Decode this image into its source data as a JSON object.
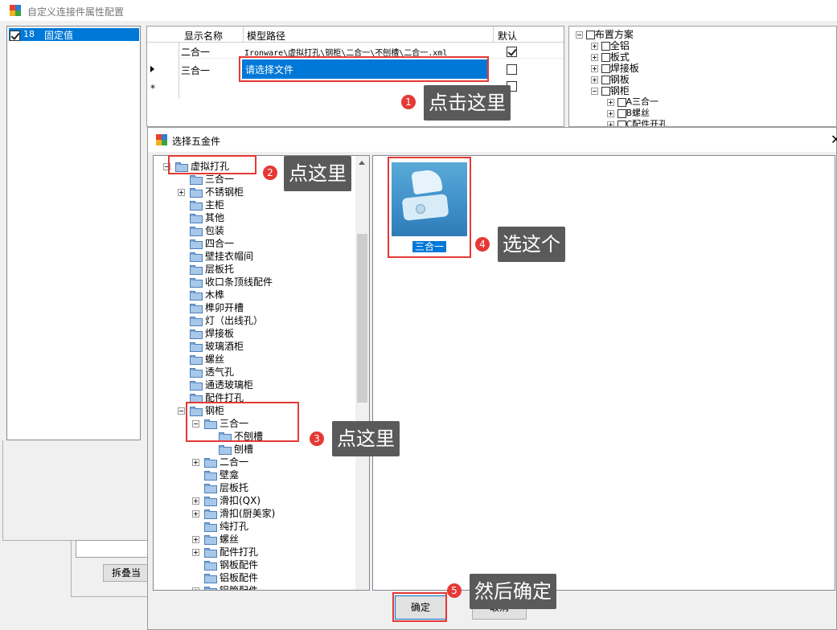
{
  "bg_window": {
    "title": "自定义连接件属性配置"
  },
  "left_list": {
    "item_id": "18",
    "item_label": "固定值"
  },
  "grid": {
    "headers": [
      "显示名称",
      "模型路径",
      "默认"
    ],
    "rows": [
      {
        "name": "二合一",
        "path": "Ironware\\虚拟打孔\\钢柜\\二合一\\不刨槽\\二合一.xml"
      },
      {
        "name": "三合一",
        "path": "请选择文件"
      }
    ],
    "new_row_marker": "*"
  },
  "right_tree": {
    "items": [
      "布置方案",
      "全铝",
      "板式",
      "焊接板",
      "钢板",
      "钢柜",
      "A三合一",
      "B螺丝",
      "C配件开孔"
    ]
  },
  "bottom_left": {
    "button": "拆叠当前"
  },
  "dialog": {
    "title": "选择五金件",
    "tree": [
      "虚拟打孔",
      "三合一",
      "不锈钢柜",
      "主柜",
      "其他",
      "包装",
      "四合一",
      "壁挂衣帽间",
      "层板托",
      "收口条顶线配件",
      "木榫",
      "榫卯开槽",
      "灯（出线孔）",
      "焊接板",
      "玻璃酒柜",
      "螺丝",
      "透气孔",
      "通透玻璃柜",
      "配件打孔",
      "钢柜",
      "三合一",
      "不刨槽",
      "刨槽",
      "二合一",
      "壁龛",
      "层板托",
      "滑扣(QX)",
      "滑扣(厨美家)",
      "纯打孔",
      "螺丝",
      "配件打孔",
      "钢板配件",
      "铝板配件",
      "铝管配件"
    ],
    "thumbnail_label": "三合一",
    "ok_button": "确定",
    "cancel_button": "取消"
  },
  "annotations": [
    {
      "num": "1",
      "text": "点击这里"
    },
    {
      "num": "2",
      "text": "点这里"
    },
    {
      "num": "3",
      "text": "点这里"
    },
    {
      "num": "4",
      "text": "选这个"
    },
    {
      "num": "5",
      "text": "然后确定"
    }
  ],
  "colors": {
    "accent": "#0078d7",
    "annotation_red": "#e53935",
    "callout_gray": "#5a5a5a"
  }
}
